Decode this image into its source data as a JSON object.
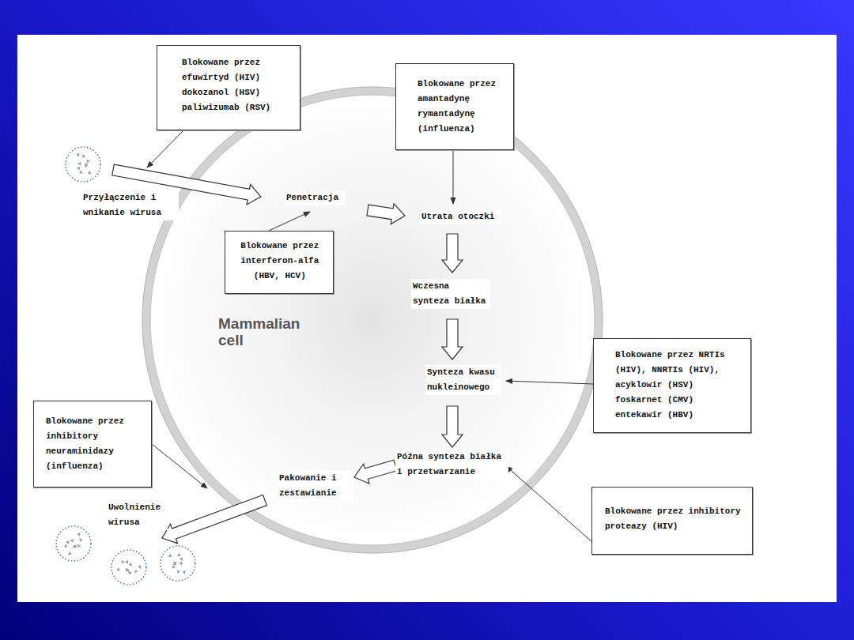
{
  "diagram": {
    "nodes": [
      {
        "text": [
          "Blokowane przez efuwirtyd (HIV) dokozanol (HSV) paliwizumab (RSV)"
        ]
      },
      {
        "text": [
          "Blokowane przez amantadynę rymantadynę (influenza)"
        ]
      },
      {
        "text": [
          "Blokowane przez interferon-alfa (HBV, HCV)"
        ]
      },
      {
        "text": [
          "Blokowane przez NRTIs (HIV), NNRTIs (HIV), acyklowir (HSV) foskarnet (CMV) entekawir (HBV)"
        ]
      },
      {
        "text": [
          "Blokowane przez inhibitory neuraminidazy (influenza)"
        ]
      },
      {
        "text": [
          "Blokowane przez inhibitory proteazy (HIV)"
        ]
      }
    ],
    "labels": [
      "Przyłączenie i wnikanie wirusa",
      "Penetracja",
      "Utrata otoczki",
      "Wczesna synteza białka",
      "Synteza kwasu nukleinowego",
      "Późna synteza białka i przetwarzanie",
      "Pakowanie i zestawianie",
      "Uwolnienie wirusa",
      "Mammalian cell"
    ]
  }
}
